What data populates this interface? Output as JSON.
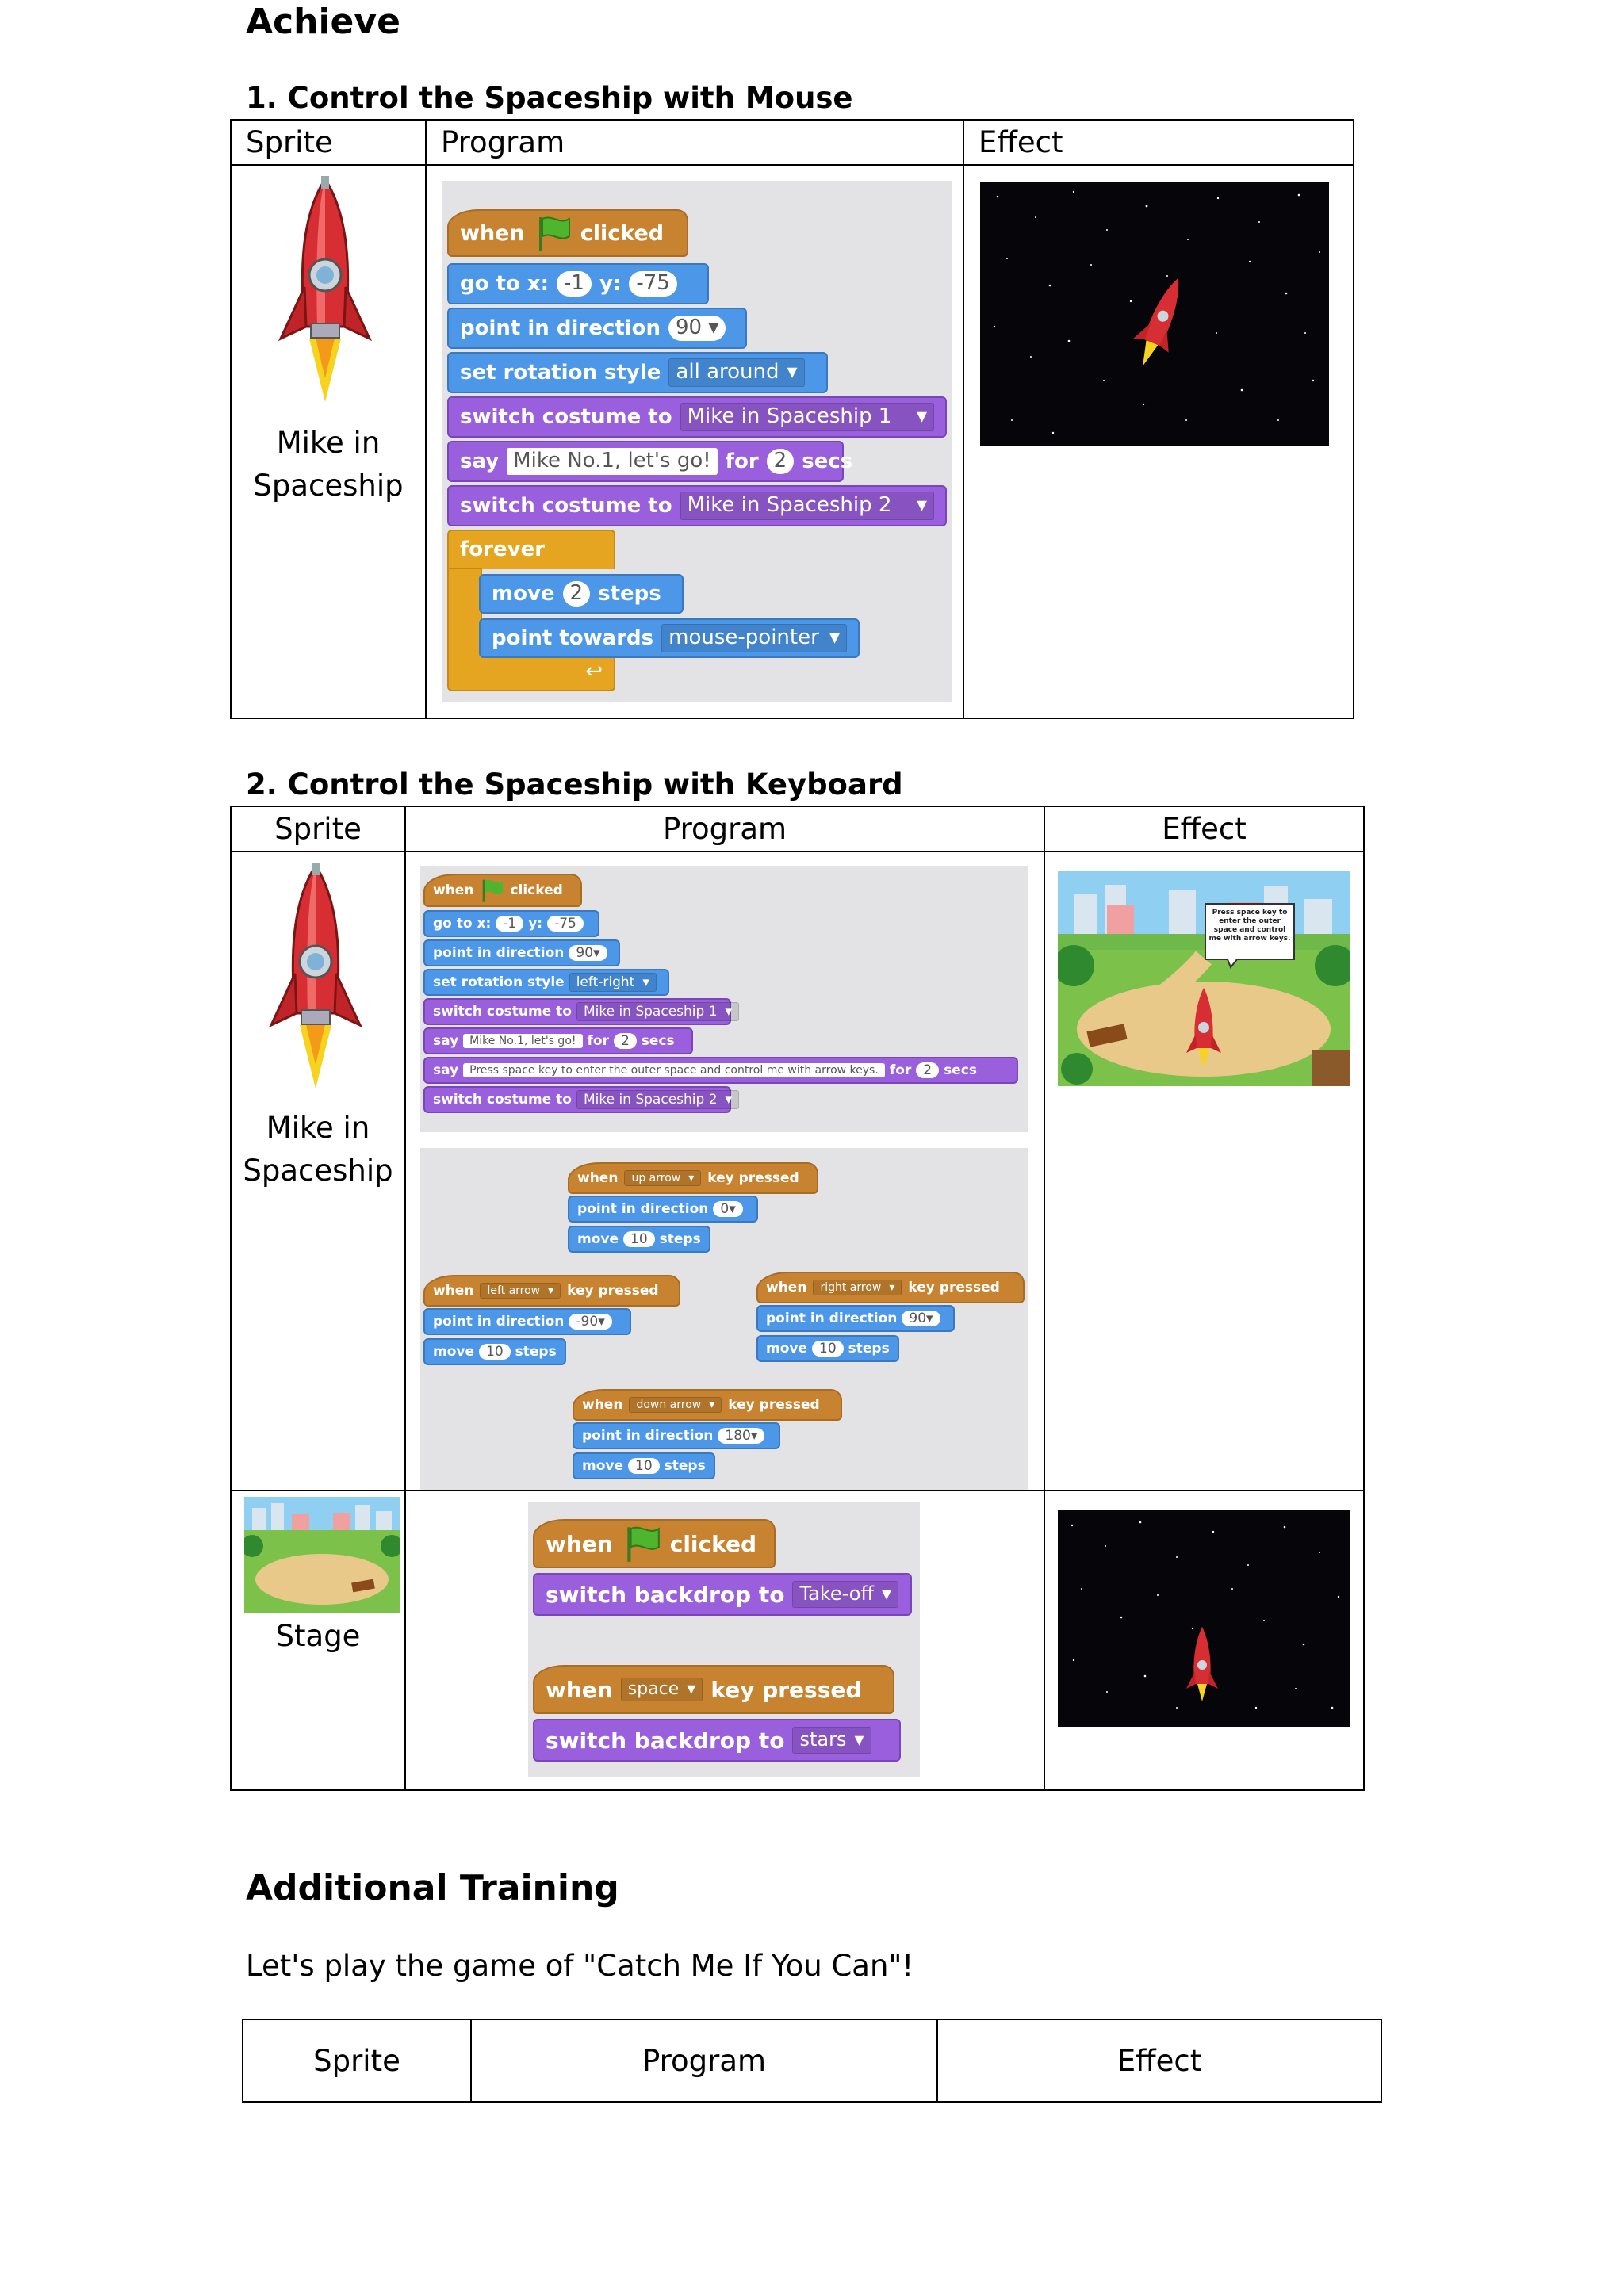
{
  "heading_achieve": "Achieve",
  "section1": {
    "title": "1. Control the Spaceship with Mouse",
    "col_sprite": "Sprite",
    "col_program": "Program",
    "col_effect": "Effect",
    "sprite_name_line1": "Mike in",
    "sprite_name_line2": "Spaceship",
    "blocks": {
      "when": "when",
      "clicked": "clicked",
      "goto": "go to x:",
      "x": "-1",
      "y_label": "y:",
      "y": "-75",
      "point_dir": "point in direction",
      "dir": "90",
      "set_rot": "set rotation style",
      "rot": "all around",
      "switch_costume": "switch costume to",
      "costume1": "Mike in Spaceship 1",
      "say": "say",
      "say_text": "Mike No.1, let's go!",
      "for": "for",
      "secs_val": "2",
      "secs": "secs",
      "costume2": "Mike in Spaceship 2",
      "forever": "forever",
      "move": "move",
      "move_val": "2",
      "steps": "steps",
      "point_towards": "point towards",
      "towards": "mouse-pointer"
    }
  },
  "section2": {
    "title": "2. Control the Spaceship with Keyboard",
    "col_sprite": "Sprite",
    "col_program": "Program",
    "col_effect": "Effect",
    "sprite_name_line1": "Mike in",
    "sprite_name_line2": "Spaceship",
    "stage_label": "Stage",
    "blocks_a": {
      "when": "when",
      "clicked": "clicked",
      "goto": "go to x:",
      "x": "-1",
      "y_label": "y:",
      "y": "-75",
      "point_dir": "point in direction",
      "dir": "90",
      "set_rot": "set rotation style",
      "rot": "left-right",
      "switch_costume": "switch costume to",
      "costume1": "Mike in Spaceship 1",
      "say": "say",
      "say_text": "Mike No.1, let's go!",
      "for": "for",
      "secs_val": "2",
      "secs": "secs",
      "say_text2": "Press space key to enter the outer space and control me with arrow keys.",
      "costume2": "Mike in Spaceship 2"
    },
    "blocks_b": {
      "when": "when",
      "key_pressed": "key pressed",
      "up": "up arrow",
      "down": "down arrow",
      "left": "left arrow",
      "right": "right arrow",
      "point_dir": "point in direction",
      "d_up": "0",
      "d_down": "180",
      "d_left": "-90",
      "d_right": "90",
      "move": "move",
      "move_val": "10",
      "steps": "steps"
    },
    "speech_bubble": "Press space key to enter the outer space and control me with arrow keys.",
    "stage_blocks": {
      "when": "when",
      "clicked": "clicked",
      "switch_backdrop": "switch backdrop to",
      "backdrop1": "Take-off",
      "key": "space",
      "key_pressed": "key pressed",
      "backdrop2": "stars"
    }
  },
  "heading_additional": "Additional Training",
  "additional_text": "Let's play the game of \"Catch Me If You Can\"!",
  "table3": {
    "col_sprite": "Sprite",
    "col_program": "Program",
    "col_effect": "Effect"
  },
  "colors": {
    "events": "#c88330",
    "motion": "#4c97e8",
    "looks": "#9a5fdc",
    "control": "#e6a521",
    "space": "#05050a"
  }
}
